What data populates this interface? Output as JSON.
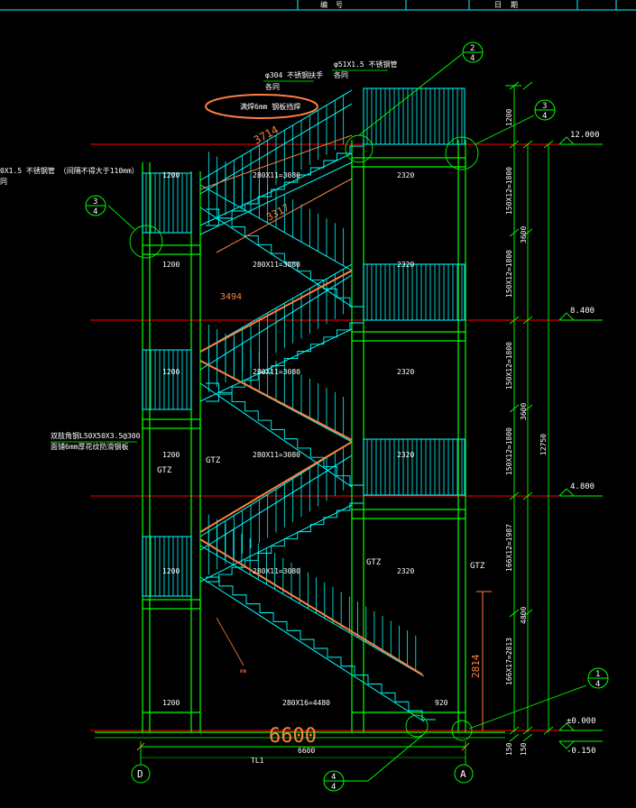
{
  "title_bar": {
    "cells": [
      "编",
      "号",
      "日",
      "期"
    ]
  },
  "colors": {
    "background": "#000000",
    "structure": "#00ff00",
    "railing": "#00ffff",
    "text": "#ffffff",
    "level_line": "#ff0000",
    "markup": "#ff8040",
    "dimension": "#00ff00"
  },
  "annotations": {
    "top_rail_spec": "φ51X1.5 不锈钢管",
    "top_rail_same": "各同",
    "handrail_spec": "φ304 不锈钢扶手",
    "handrail_same": "各同",
    "circled_note": "满焊6mm 钢板挡焊",
    "left_rail_spec": "0X1.5 不锈钢管 （间隔不得大于110mm）",
    "left_rail_same": "同",
    "angle_note_1": "双肢角钢L50X50X3.5@300",
    "angle_note_2": "面铺6mm厚花纹防滑钢板",
    "small_note": "mm"
  },
  "markup_dims": [
    "3714",
    "3317",
    "3494",
    "2814",
    "6600"
  ],
  "callouts": [
    {
      "top": "2",
      "bottom": "4"
    },
    {
      "top": "3",
      "bottom": "4"
    },
    {
      "top": "3",
      "bottom": "4"
    },
    {
      "top": "1",
      "bottom": "4"
    },
    {
      "top": "4",
      "bottom": "4"
    }
  ],
  "plan_labels": {
    "landing_left": "1200",
    "flight_typ": "280X11=3080",
    "flight_bottom": "280X16=4480",
    "landing_right": "2320",
    "bottom_right": "920",
    "overall": "6600",
    "tl": "TL1",
    "gtz": "GTZ"
  },
  "elevations": [
    "12.000",
    "8.400",
    "4.800",
    "±0.000",
    "-0.150"
  ],
  "vertical_dims": {
    "riser_flights": [
      "150X12=1800",
      "150X12=1800",
      "150X12=1800",
      "150X12=1800",
      "166X12=1987",
      "166X17=2813"
    ],
    "storey": [
      "3600",
      "3600",
      "4800"
    ],
    "total": "12750",
    "top_rail": "1200",
    "base": [
      "150",
      "150"
    ]
  },
  "axes": [
    "D",
    "A"
  ]
}
